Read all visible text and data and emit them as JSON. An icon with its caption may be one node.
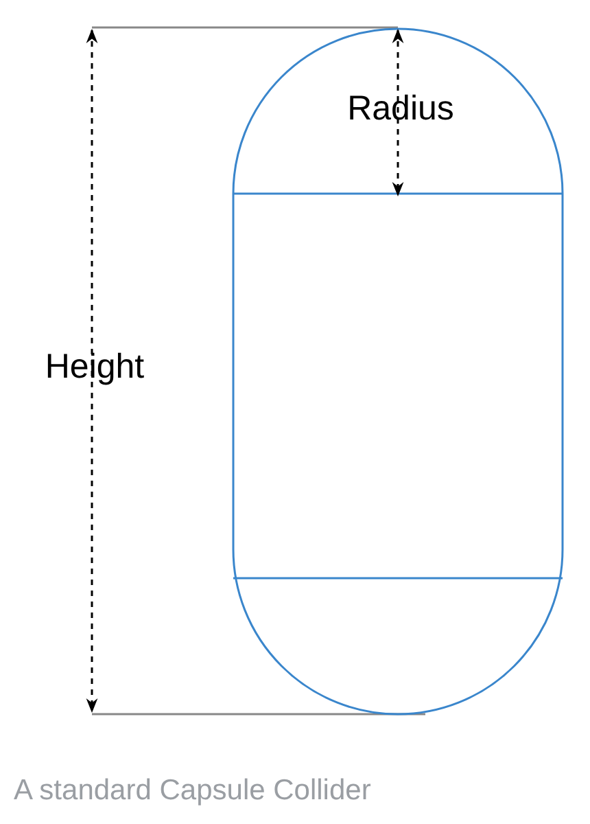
{
  "diagram": {
    "caption": "A standard Capsule Collider",
    "labels": [
      "Radius",
      "Height"
    ]
  }
}
